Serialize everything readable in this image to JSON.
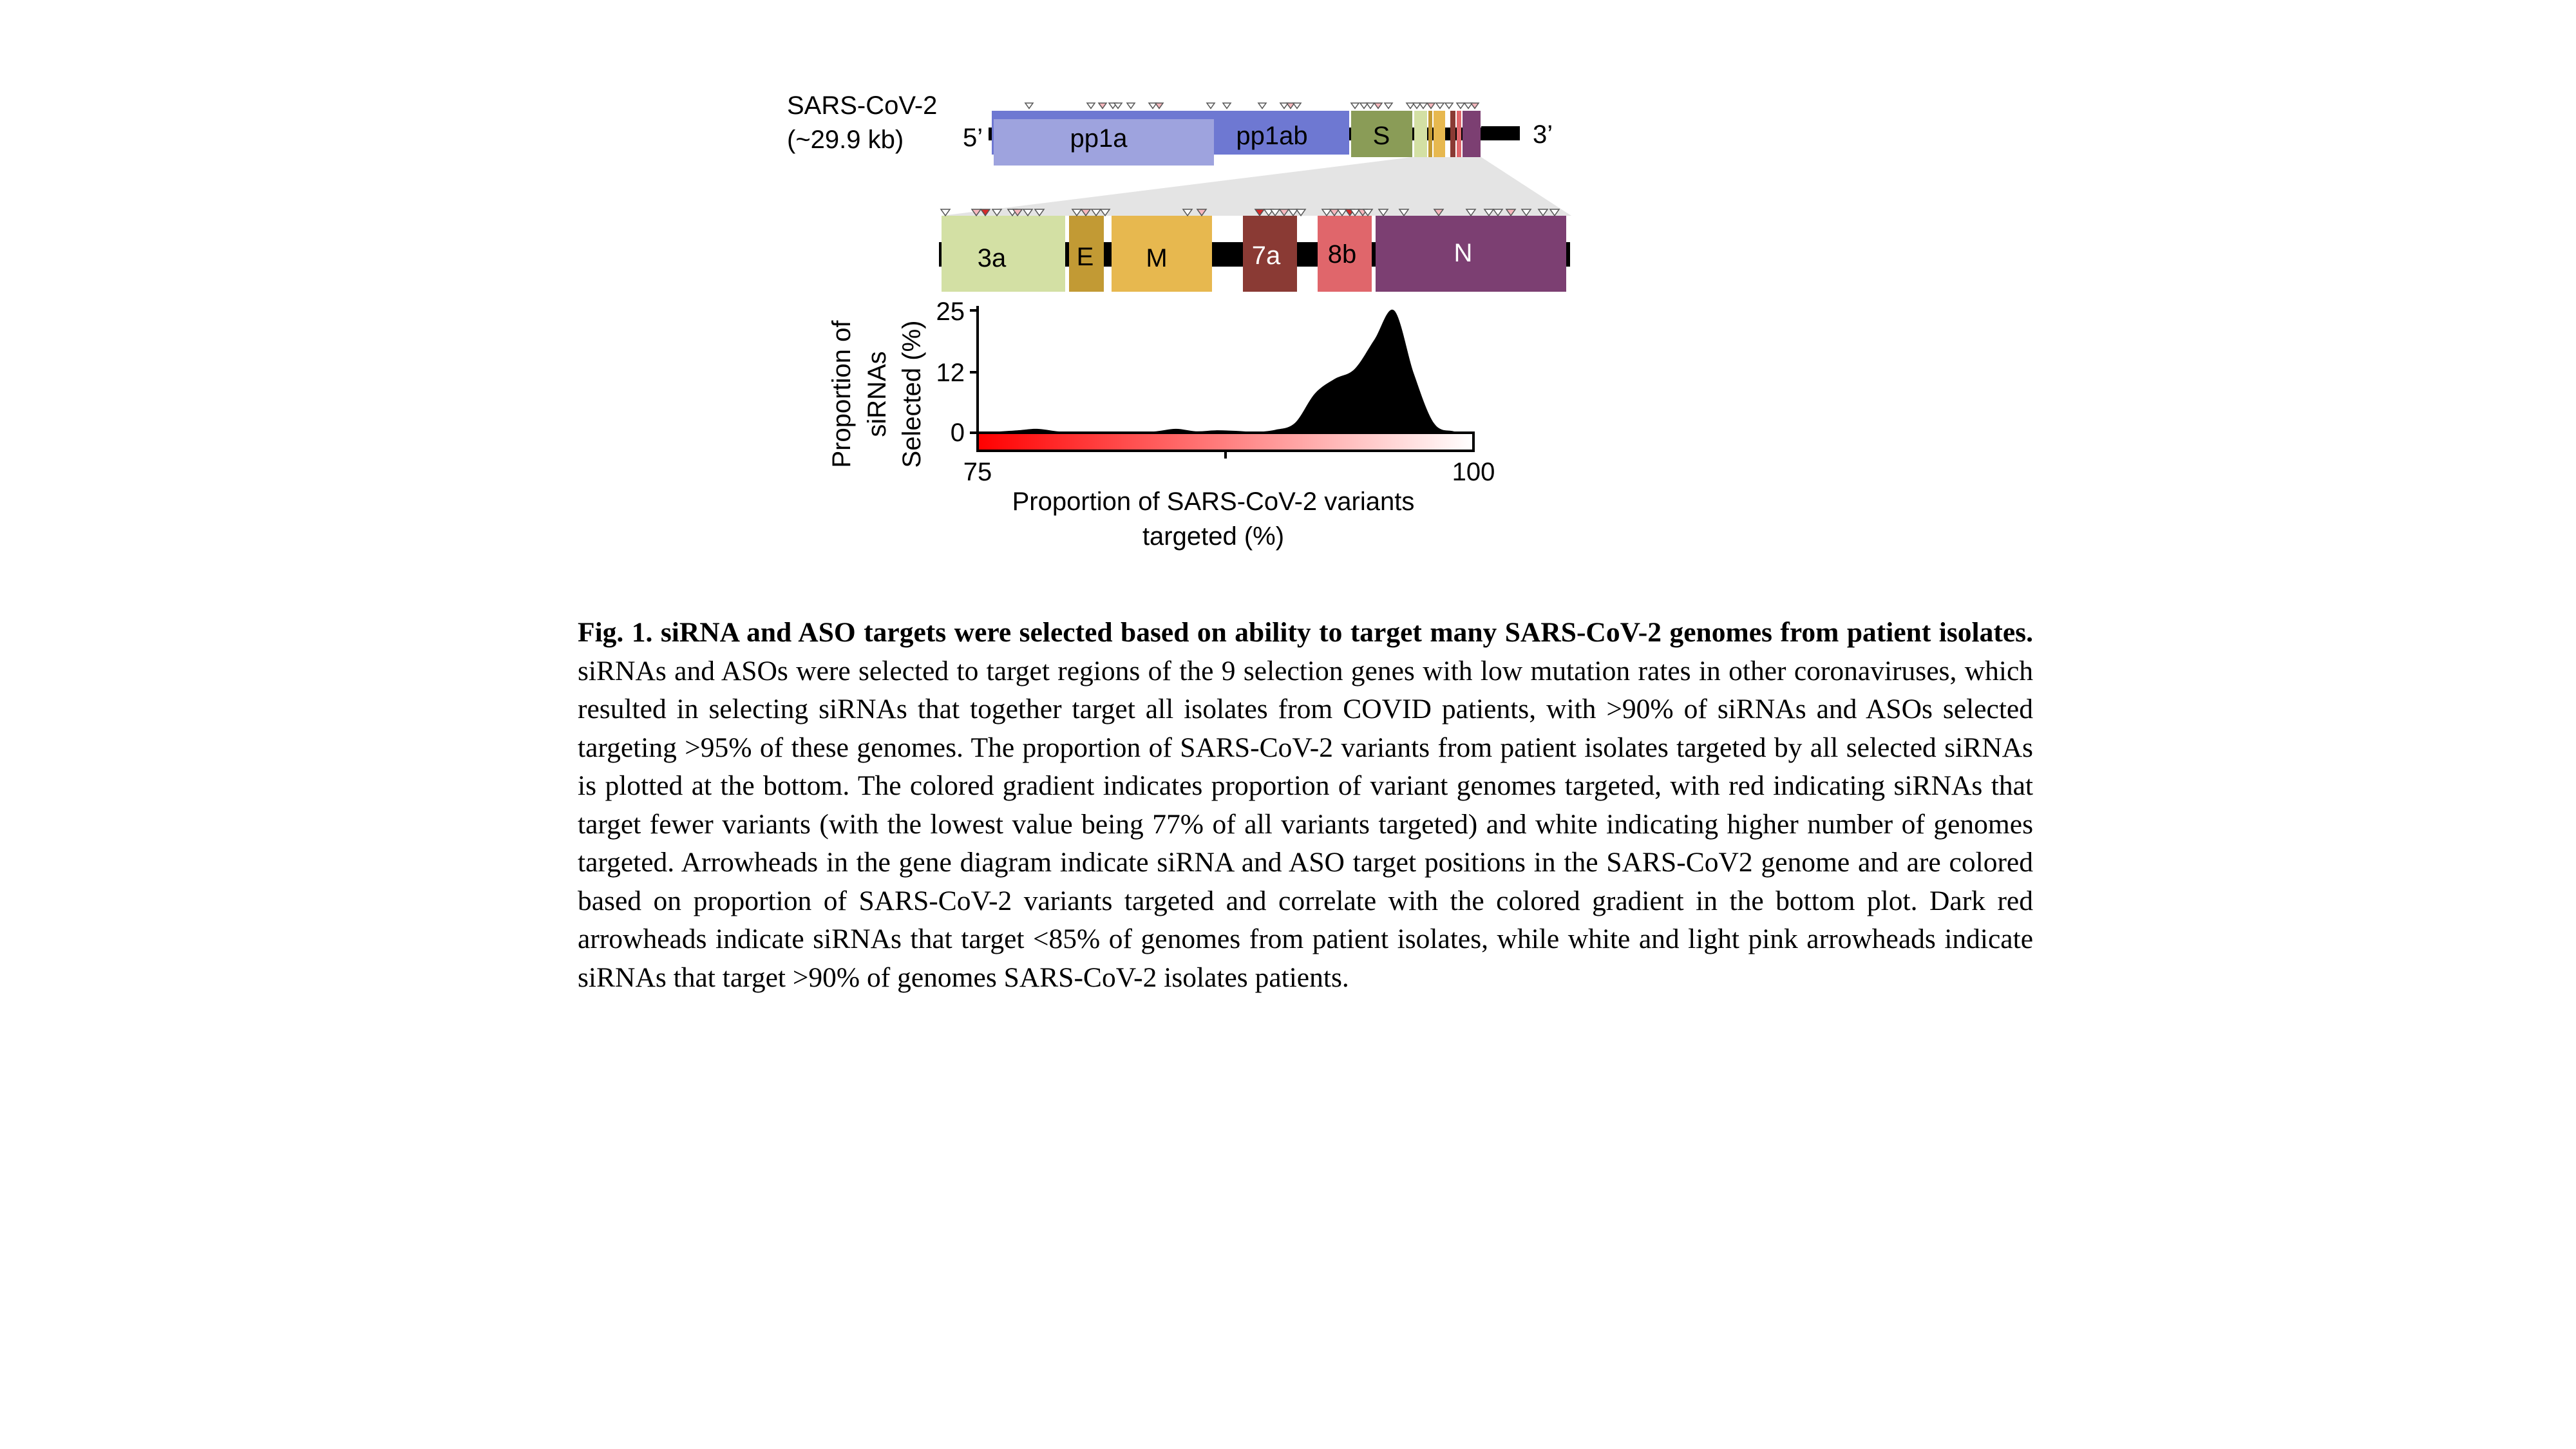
{
  "genome": {
    "name": "SARS-CoV-2",
    "size": "(~29.9 kb)",
    "five_prime": "5’",
    "three_prime": "3’",
    "genes": [
      {
        "label": "pp1a",
        "color": "#9ea3de"
      },
      {
        "label": "pp1ab",
        "color": "#6e78d2"
      },
      {
        "label": "S",
        "color": "#8a9c57"
      }
    ],
    "zoom_genes": [
      {
        "label": "3a",
        "color": "#d3e0a4"
      },
      {
        "label": "E",
        "color": "#c29a34"
      },
      {
        "label": "M",
        "color": "#e7b84f"
      },
      {
        "label": "7a",
        "color": "#8a3a34"
      },
      {
        "label": "8b",
        "color": "#e0666b"
      },
      {
        "label": "N",
        "color": "#7c3f72"
      }
    ]
  },
  "chart_data": {
    "type": "area",
    "ylabel_lines": [
      "Proportion of",
      "siRNAs",
      "Selected (%)"
    ],
    "xlabel_lines": [
      "Proportion of SARS-CoV-2 variants",
      "targeted (%)"
    ],
    "yticks": [
      "25",
      "12",
      "0"
    ],
    "xticks": [
      "75",
      "100"
    ],
    "xlim": [
      75,
      100
    ],
    "ylim": [
      0,
      25
    ],
    "x": [
      75,
      77,
      78,
      79,
      80,
      81,
      82,
      83,
      84,
      85,
      86,
      87,
      88,
      89,
      90,
      91,
      92,
      93,
      94,
      95,
      96,
      97,
      98,
      99,
      100
    ],
    "y": [
      0,
      0.5,
      0.8,
      0.3,
      0.1,
      0.1,
      0.1,
      0.1,
      0.3,
      0.8,
      0.3,
      0.5,
      0.4,
      0.2,
      0.6,
      2.0,
      8.0,
      11.0,
      13.0,
      19.0,
      25.0,
      12.0,
      2.0,
      0.3,
      0
    ],
    "gradient": {
      "start": "#ff0000",
      "end": "#ffffff"
    }
  },
  "caption": {
    "label": "Fig. 1.",
    "title": "siRNA and ASO targets were selected based on ability to target many SARS-CoV-2 genomes from patient isolates.",
    "body": "siRNAs and ASOs were selected to target regions of the 9 selection genes with low mutation rates in other coronaviruses, which resulted in selecting siRNAs that together target all isolates from COVID patients, with >90% of siRNAs and ASOs selected targeting >95% of these genomes. The proportion of SARS-CoV-2 variants from patient isolates targeted by all selected siRNAs is plotted at the bottom. The colored gradient indicates proportion of variant genomes targeted, with red indicating siRNAs that target fewer variants (with the lowest value being 77% of all variants targeted) and white indicating higher number of genomes targeted. Arrowheads in the gene diagram indicate siRNA and ASO target positions in the SARS-CoV2 genome and are colored based on proportion of SARS-CoV-2 variants targeted and correlate with the colored gradient in the bottom plot. Dark red arrowheads indicate siRNAs that target <85% of genomes from patient isolates, while white and light pink arrowheads indicate siRNAs that target >90% of genomes SARS-CoV-2 isolates patients."
  }
}
